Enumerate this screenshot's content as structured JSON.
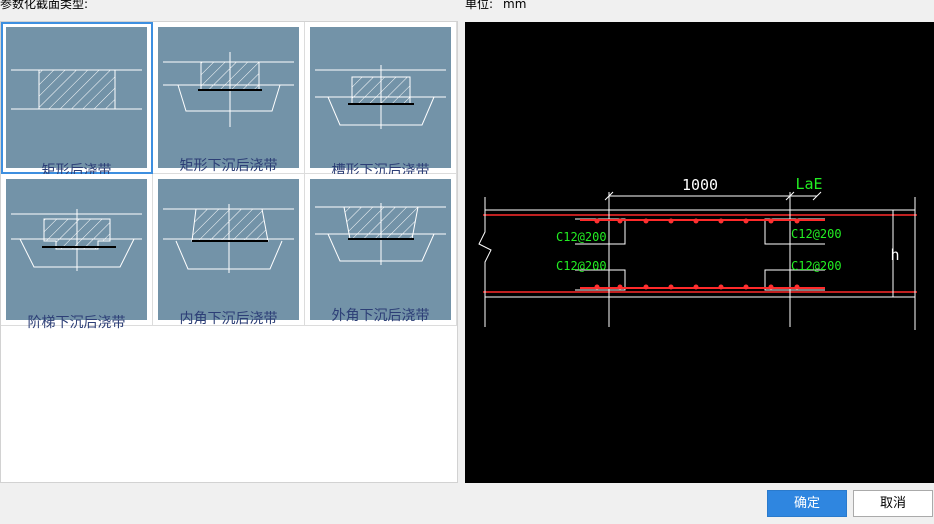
{
  "header": {
    "section_label": "参数化截面类型:",
    "unit_label": "单位:",
    "unit_value": "mm"
  },
  "section_types": [
    {
      "label": "矩形后浇带",
      "selected": true
    },
    {
      "label": "矩形下沉后浇带",
      "selected": false
    },
    {
      "label": "槽形下沉后浇带",
      "selected": false
    },
    {
      "label": "阶梯下沉后浇带",
      "selected": false
    },
    {
      "label": "内角下沉后浇带",
      "selected": false
    },
    {
      "label": "外角下沉后浇带",
      "selected": false
    }
  ],
  "preview": {
    "width_dim": "1000",
    "lap_label": "LaE",
    "rebar_top_left": "C12@200",
    "rebar_top_right": "C12@200",
    "rebar_bottom_left": "C12@200",
    "rebar_bottom_right": "C12@200",
    "height_label": "h",
    "colors": {
      "background": "#000000",
      "rebar": "#ff2a2a",
      "label": "#22ee22",
      "line": "#ffffff"
    }
  },
  "buttons": {
    "ok": "确定",
    "cancel": "取消"
  }
}
